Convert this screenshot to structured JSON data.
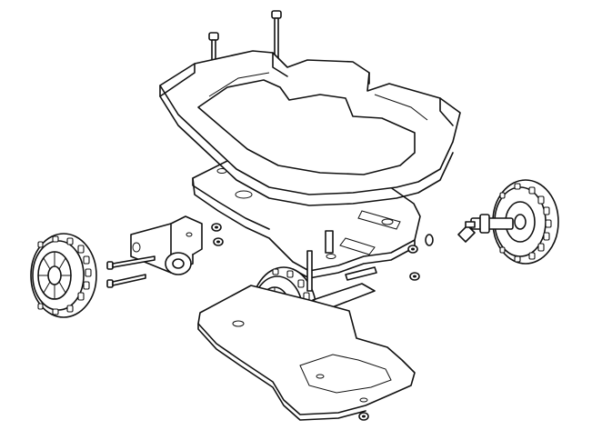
{
  "diagram": {
    "parts": [
      {
        "name": "bumper-frame"
      },
      {
        "name": "top-chassis-plate"
      },
      {
        "name": "bottom-chassis-plate"
      },
      {
        "name": "left-wheel"
      },
      {
        "name": "right-wheel"
      },
      {
        "name": "front-wheel"
      },
      {
        "name": "gear-motor"
      },
      {
        "name": "standoff-screws"
      },
      {
        "name": "nuts"
      }
    ],
    "colors": {
      "line": "#111111",
      "fill": "#ffffff"
    }
  }
}
